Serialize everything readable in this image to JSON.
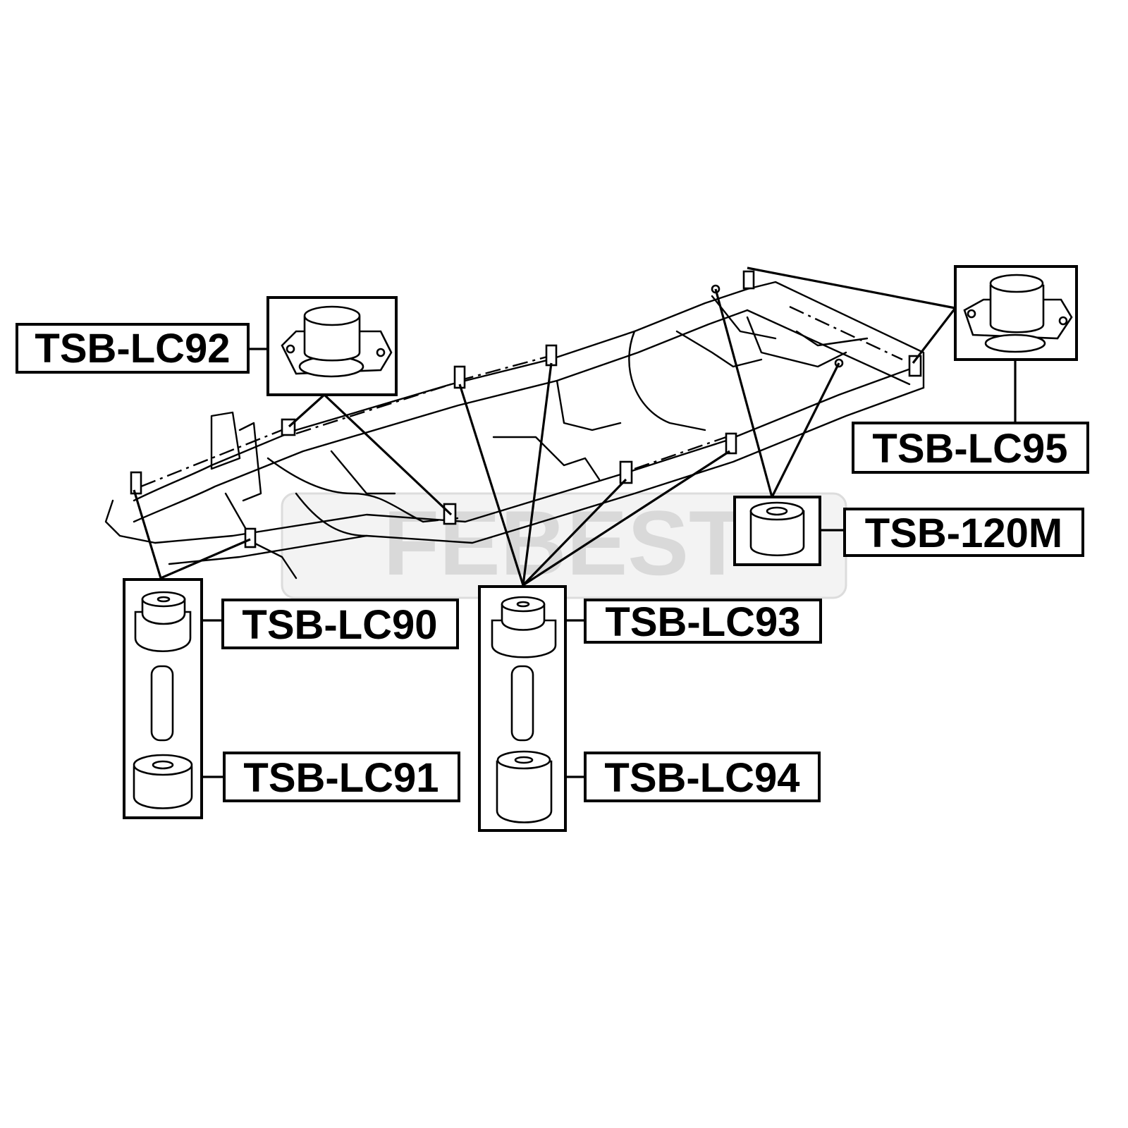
{
  "watermark": "FEBEST",
  "parts": [
    {
      "id": "lc92",
      "label": "TSB-LC92"
    },
    {
      "id": "lc95",
      "label": "TSB-LC95"
    },
    {
      "id": "120m",
      "label": "TSB-120M"
    },
    {
      "id": "lc90",
      "label": "TSB-LC90"
    },
    {
      "id": "lc91",
      "label": "TSB-LC91"
    },
    {
      "id": "lc93",
      "label": "TSB-LC93"
    },
    {
      "id": "lc94",
      "label": "TSB-LC94"
    }
  ]
}
